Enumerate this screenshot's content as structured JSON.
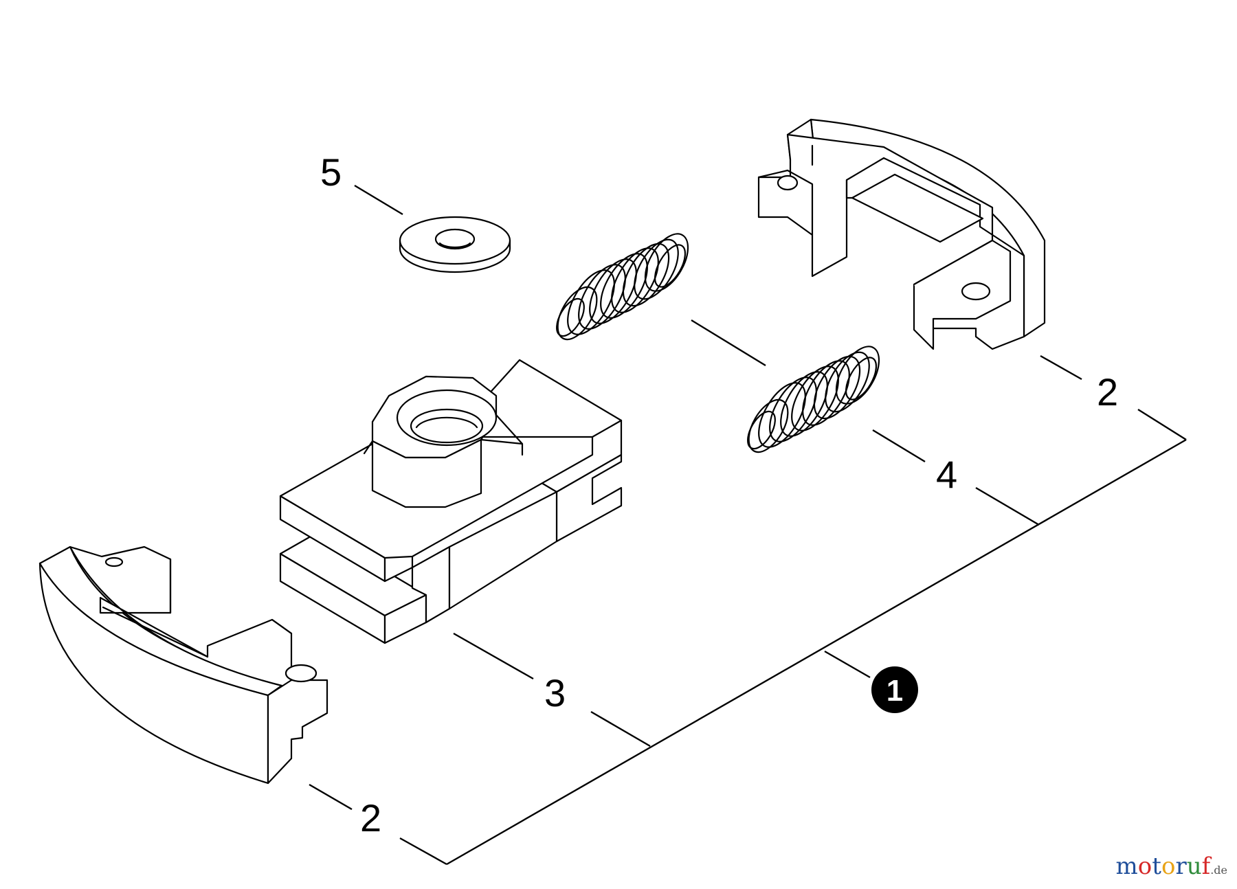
{
  "callouts": {
    "item_1": "1",
    "item_2_right": "2",
    "item_2_left": "2",
    "item_3": "3",
    "item_4": "4",
    "item_5": "5"
  },
  "watermark": {
    "parts": [
      "m",
      "o",
      "t",
      "o",
      "r",
      "u",
      "f"
    ],
    "colors": [
      "#1f4e9a",
      "#d62828",
      "#1f4e9a",
      "#e8a317",
      "#1f4e9a",
      "#2e8b3a",
      "#d62828"
    ],
    "domain": ".de"
  },
  "colors": {
    "line": "#000000",
    "background": "#ffffff"
  }
}
